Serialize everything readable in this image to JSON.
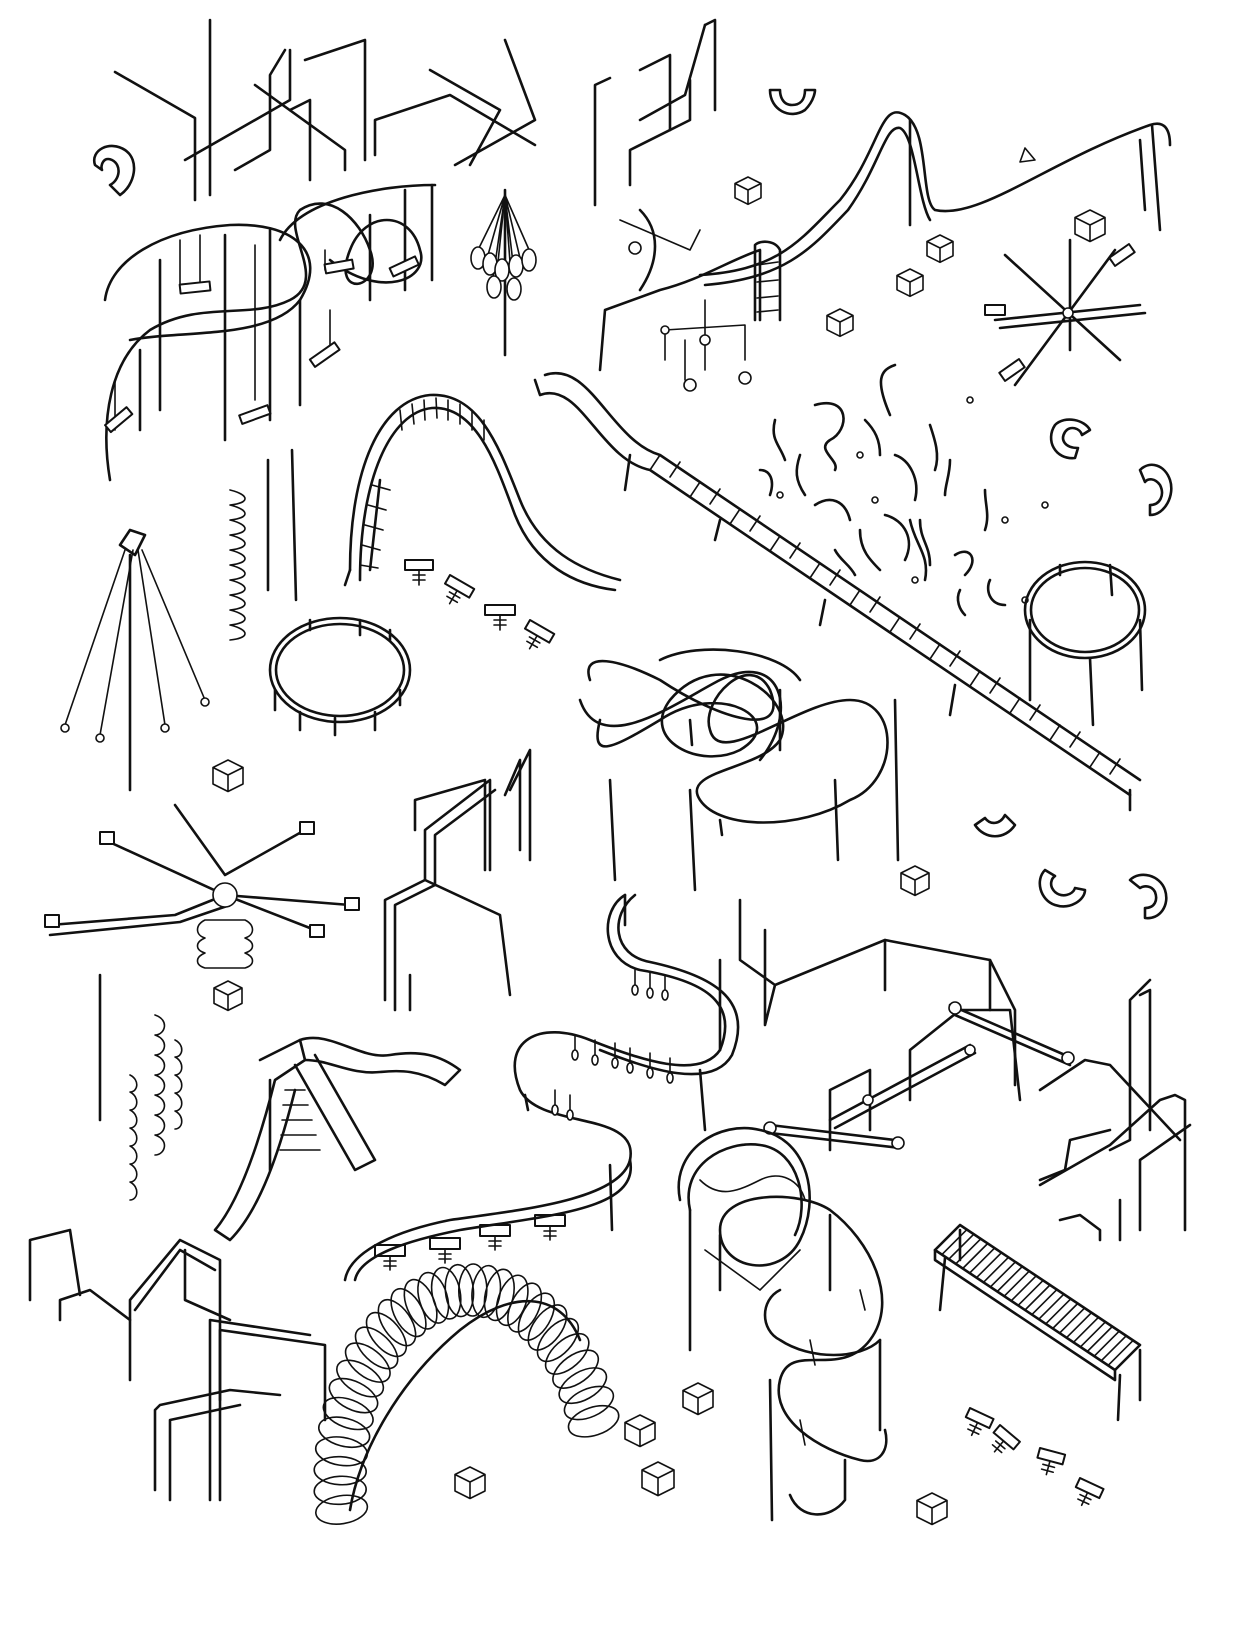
{
  "illustration": {
    "style": "black ink line drawing on white",
    "ink_color": "#111111",
    "paper_color": "#ffffff",
    "elements": [
      "angled-pipe-bars",
      "swing-set-loop",
      "hanging-swing-cluster",
      "mobile-frame",
      "arched-pipe-track",
      "seesaw-star",
      "tall-slide",
      "long-roller-track",
      "tripod-rope-swing",
      "spring-coil-posts",
      "round-ring-frame",
      "spring-rockers",
      "tangled-loop-frame",
      "pipe-fragments",
      "ring-frame-right",
      "spinner-seesaw",
      "zigzag-frame",
      "s-curve-track",
      "wavy-slide",
      "crossed-seesaws",
      "spring-spirals",
      "branching-bars",
      "tall-pipe-frame",
      "coil-tunnel",
      "loop-coaster",
      "slatted-bench",
      "cube-blocks",
      "macaroni-pieces"
    ]
  }
}
